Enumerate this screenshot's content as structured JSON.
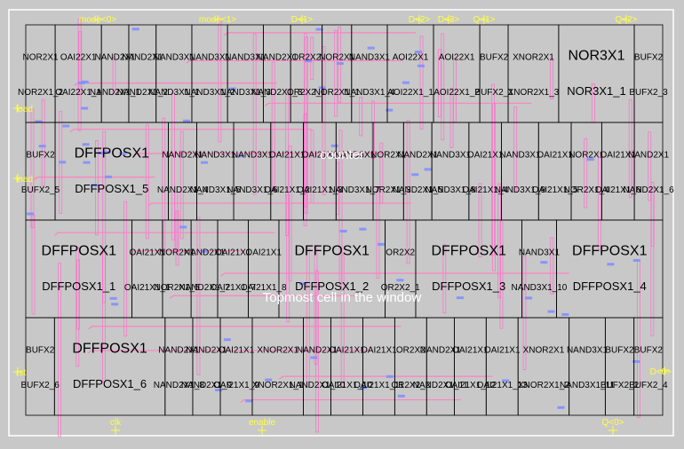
{
  "layout_view": {
    "title": "counter",
    "status_message": "Topmost cell in the window",
    "colors": {
      "background": "#c8c8c8",
      "cell_outline": "#000000",
      "metal1": "#7f8fff",
      "metal2": "#ff66cc",
      "poly": "#ff80c0",
      "pin_text": "#ffff40",
      "label_text": "#000000",
      "frame": "#ffffff"
    },
    "pins": {
      "top": [
        "mode<0>",
        "mode<1>",
        "D<1>",
        "D<2>",
        "D<3>",
        "Q<1>",
        "Q<2>"
      ],
      "bottom": [
        "clk",
        "enable",
        "Q<0>"
      ],
      "left": [
        "load",
        "load",
        "rst"
      ],
      "right": [
        "D<0>"
      ]
    },
    "rows": [
      [
        {
          "type": "NOR2X1",
          "inst": "NOR2X1_2"
        },
        {
          "type": "OAI22X1",
          "inst": "OAI22X1_1"
        },
        {
          "type": "NAND2X1",
          "inst": "NAND2X1_1"
        },
        {
          "type": "NAND2X1",
          "inst": "NAND2X1_2"
        },
        {
          "type": "NAND3X1",
          "inst": "NAND3X1_1"
        },
        {
          "type": "NAND3X1",
          "inst": "NAND3X1_2"
        },
        {
          "type": "NAND3X1",
          "inst": "NAND3X1_3"
        },
        {
          "type": "NAND2X1",
          "inst": "NAND2X1_3"
        },
        {
          "type": "OR2X2",
          "inst": "OR2X2_1"
        },
        {
          "type": "NOR2X1",
          "inst": "NOR2X1_1"
        },
        {
          "type": "NAND3X1",
          "inst": "NAND3X1_4"
        },
        {
          "type": "AOI22X1",
          "inst": "AOI22X1_1"
        },
        {
          "type": "AOI22X1",
          "inst": "AOI22X1_2"
        },
        {
          "type": "BUFX2",
          "inst": "BUFX2_1"
        },
        {
          "type": "XNOR2X1",
          "inst": "XNOR2X1_3"
        },
        {
          "type": "NOR3X1",
          "inst": "NOR3X1_1"
        },
        {
          "type": "BUFX2",
          "inst": "BUFX2_3"
        }
      ],
      [
        {
          "type": "BUFX2",
          "inst": "BUFX2_5"
        },
        {
          "type": "DFFPOSX1",
          "inst": "DFFPOSX1_5"
        },
        {
          "type": "NAND2X1",
          "inst": "NAND2X1_4"
        },
        {
          "type": "NAND3X1",
          "inst": "NAND3X1_5"
        },
        {
          "type": "NAND3X1",
          "inst": "NAND3X1_6"
        },
        {
          "type": "OAI21X1",
          "inst": "OAI21X1_2"
        },
        {
          "type": "OAI21X1",
          "inst": "OAI21X1_3"
        },
        {
          "type": "NAND3X1",
          "inst": "NAND3X1_7"
        },
        {
          "type": "NOR2X1",
          "inst": "NOR2X1_3"
        },
        {
          "type": "NAND2X1",
          "inst": "NAND2X1_5"
        },
        {
          "type": "NAND3X1",
          "inst": "NAND3X1_8"
        },
        {
          "type": "OAI21X1",
          "inst": "OAI21X1_4"
        },
        {
          "type": "NAND3X1",
          "inst": "NAND3X1_9"
        },
        {
          "type": "OAI21X1",
          "inst": "OAI21X1_5"
        },
        {
          "type": "NOR2X1",
          "inst": "NOR2X1_4"
        },
        {
          "type": "OAI21X1",
          "inst": "OAI21X1_6"
        },
        {
          "type": "NAND2X1",
          "inst": "NAND2X1_6"
        }
      ],
      [
        {
          "type": "DFFPOSX1",
          "inst": "DFFPOSX1_1"
        },
        {
          "type": "OAI21X1",
          "inst": "OAI21X1_1"
        },
        {
          "type": "NOR2X1",
          "inst": "NOR2X1_5"
        },
        {
          "type": "NAND2X1",
          "inst": "NAND2X1_7"
        },
        {
          "type": "OAI21X1",
          "inst": "OAI21X1_7"
        },
        {
          "type": "OAI21X1",
          "inst": "OAI21X1_8"
        },
        {
          "type": "DFFPOSX1",
          "inst": "DFFPOSX1_2"
        },
        {
          "type": "OR2X2",
          "inst": "OR2X2_1"
        },
        {
          "type": "DFFPOSX1",
          "inst": "DFFPOSX1_3"
        },
        {
          "type": "NAND3X1",
          "inst": "NAND3X1_10"
        },
        {
          "type": "DFFPOSX1",
          "inst": "DFFPOSX1_4"
        }
      ],
      [
        {
          "type": "BUFX2",
          "inst": "BUFX2_6"
        },
        {
          "type": "DFFPOSX1",
          "inst": "DFFPOSX1_6"
        },
        {
          "type": "NAND2X1",
          "inst": "NAND2X1_8"
        },
        {
          "type": "NAND2X1",
          "inst": "NAND2X1_9"
        },
        {
          "type": "OAI21X1",
          "inst": "OAI21X1_9"
        },
        {
          "type": "XNOR2X1",
          "inst": "XNOR2X1_1"
        },
        {
          "type": "NAND2X1",
          "inst": "NAND2X1_10"
        },
        {
          "type": "OAI21X1",
          "inst": "OAI21X1_10"
        },
        {
          "type": "OAI21X1",
          "inst": "OAI21X1_11"
        },
        {
          "type": "OR2X2",
          "inst": "OR2X2_2"
        },
        {
          "type": "NAND2X1",
          "inst": "NAND2X1_11"
        },
        {
          "type": "OAI21X1",
          "inst": "OAI21X1_12"
        },
        {
          "type": "OAI21X1",
          "inst": "OAI21X1_13"
        },
        {
          "type": "XNOR2X1",
          "inst": "XNOR2X1_2"
        },
        {
          "type": "NAND3X1",
          "inst": "NAND3X1_11"
        },
        {
          "type": "BUFX2",
          "inst": "BUFX2_2"
        },
        {
          "type": "BUFX2",
          "inst": "BUFX2_4"
        }
      ]
    ]
  }
}
